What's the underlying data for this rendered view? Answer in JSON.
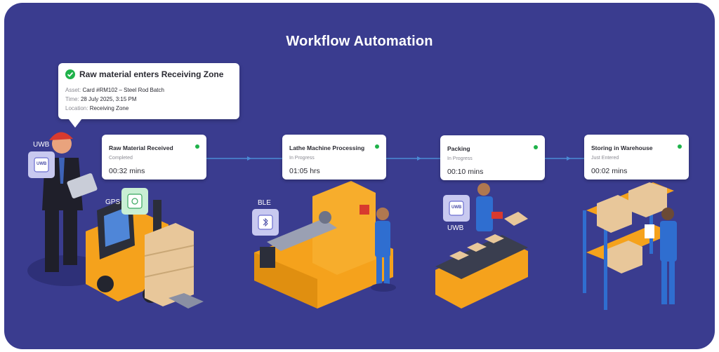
{
  "title": "Workflow Automation",
  "event": {
    "title": "Raw material enters Receiving Zone",
    "asset_label": "Asset:",
    "asset_value": "Card #RM102 – Steel Rod Batch",
    "time_label": "Time:",
    "time_value": "28 July 2025, 3:15 PM",
    "location_label": "Location:",
    "location_value": "Receiving Zone"
  },
  "stages": [
    {
      "title": "Raw Material Received",
      "status": "Completed",
      "duration": "00:32 mins"
    },
    {
      "title": "Lathe Machine Processing",
      "status": "In Progress",
      "duration": "01:05 hrs"
    },
    {
      "title": "Packing",
      "status": "In Progress",
      "duration": "00:10 mins"
    },
    {
      "title": "Storing in Warehouse",
      "status": "Just Entered",
      "duration": "00:02 mins"
    }
  ],
  "tags": {
    "uwb_left": "UWB",
    "gps": "GPS",
    "ble": "BLE",
    "uwb_right": "UWB",
    "badge_uwb": "UWB"
  },
  "colors": {
    "background": "#3a3c8f",
    "status_dot": "#1fb24a",
    "connector": "#4a8bd6",
    "machine_orange": "#f5a21c"
  }
}
